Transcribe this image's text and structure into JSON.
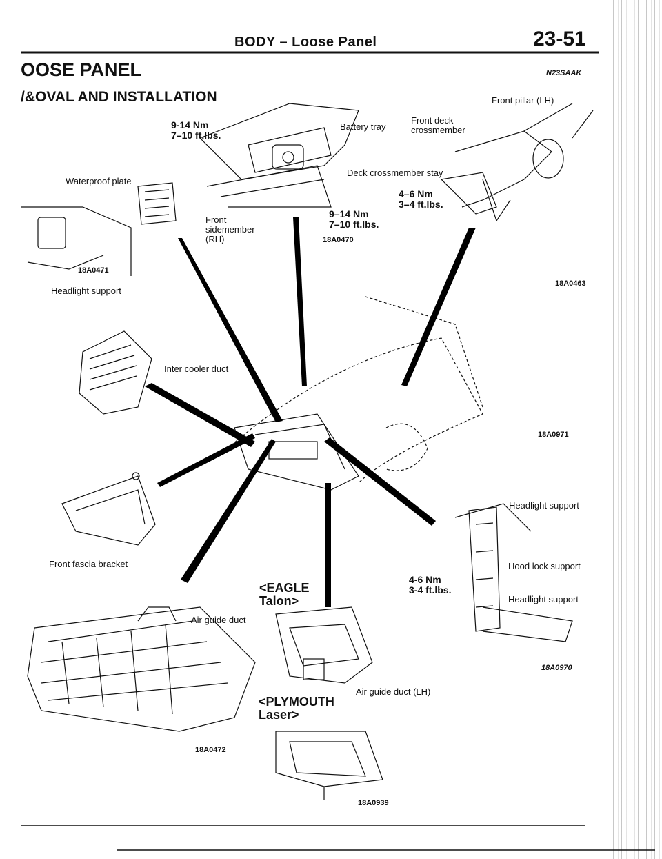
{
  "header": {
    "section": "BODY – Loose Panel",
    "page": "23-51",
    "code": "N23SAAK"
  },
  "title": {
    "heading": "OOSE PANEL",
    "subheading": "/&OVAL AND INSTALLATION"
  },
  "figure_codes": {
    "top_right": "18A0463",
    "top_center": "18A0470",
    "top_left": "18A0471",
    "mid_right": "18A0971",
    "right_lower": "18A0970",
    "bottom_left": "18A0472",
    "bottom_center": "18A0939"
  },
  "labels": {
    "torque_top_1": "9-14 Nm",
    "torque_top_2": "7–10 ft.lbs.",
    "battery_tray": "Battery tray",
    "front_deck_1": "Front deck",
    "front_deck_2": "crossmember",
    "front_pillar": "Front pillar (LH)",
    "deck_stay": "Deck crossmember stay",
    "waterproof_plate": "Waterproof plate",
    "torque_mid_1": "4–6 Nm",
    "torque_mid_2": "3–4 ft.lbs.",
    "torque_center_1": "9–14 Nm",
    "torque_center_2": "7–10 ft.lbs.",
    "sidemember_1": "Front",
    "sidemember_2": "sidemember",
    "sidemember_3": "(RH)",
    "headlight_support_left": "Headlight support",
    "inter_cooler_duct": "Inter cooler duct",
    "headlight_support_right": "Headlight support",
    "hood_lock_support": "Hood lock support",
    "front_fascia_bracket": "Front fascia bracket",
    "torque_lower_1": "4-6 Nm",
    "torque_lower_2": "3-4 ft.lbs.",
    "headlight_support_lower": "Headlight support",
    "model_eagle_1": "<EAGLE",
    "model_eagle_2": "Talon>",
    "air_guide_duct": "Air guide duct",
    "air_guide_duct_lh": "Air guide duct (LH)",
    "model_plymouth_1": "<PLYMOUTH",
    "model_plymouth_2": "Laser>"
  }
}
